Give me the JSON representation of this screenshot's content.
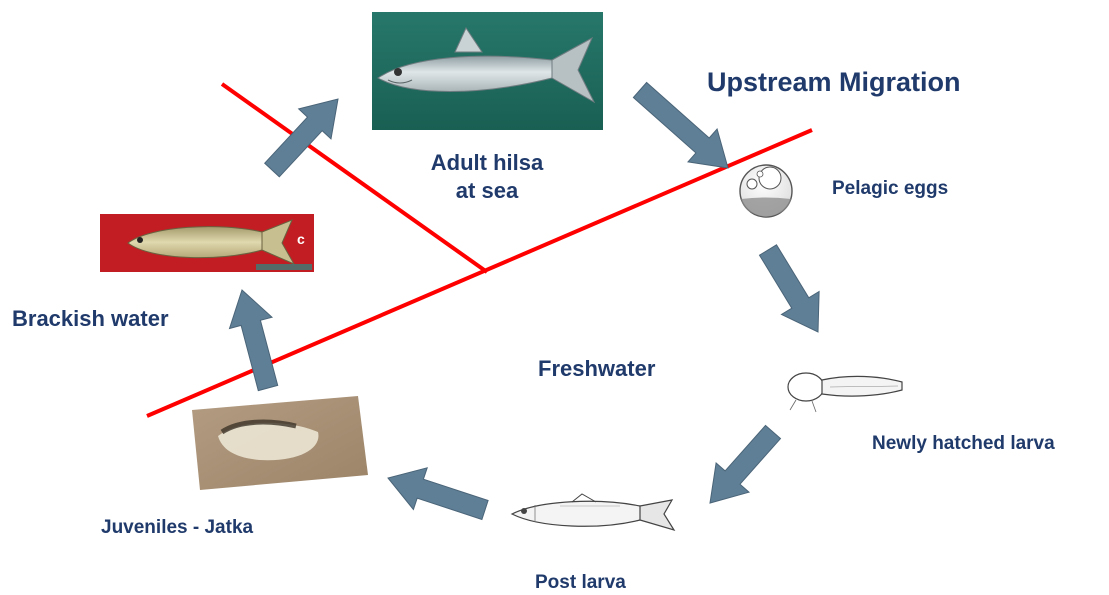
{
  "title": "Upstream Migration",
  "stages": {
    "adult": {
      "line1": "Adult  hilsa",
      "line2": "at sea"
    },
    "pelagic_eggs": "Pelagic eggs",
    "newly_hatched_larva": "Newly hatched larva",
    "post_larva": "Post larva",
    "juveniles": "Juveniles - Jatka",
    "brackish_water": "Brackish  water"
  },
  "zones": {
    "freshwater": "Freshwater"
  },
  "photo_marks": {
    "brackish_specimen_letter": "c"
  },
  "colors": {
    "label_text": "#1f3a6b",
    "arrow_fill": "#5f7f96",
    "arrow_stroke": "#4a6478",
    "boundary_line": "#ff0000",
    "sea_background": "#1f6f63",
    "red_cloth_background": "#c21d22"
  },
  "icons": {
    "flow_arrow": "block-arrow-icon"
  }
}
